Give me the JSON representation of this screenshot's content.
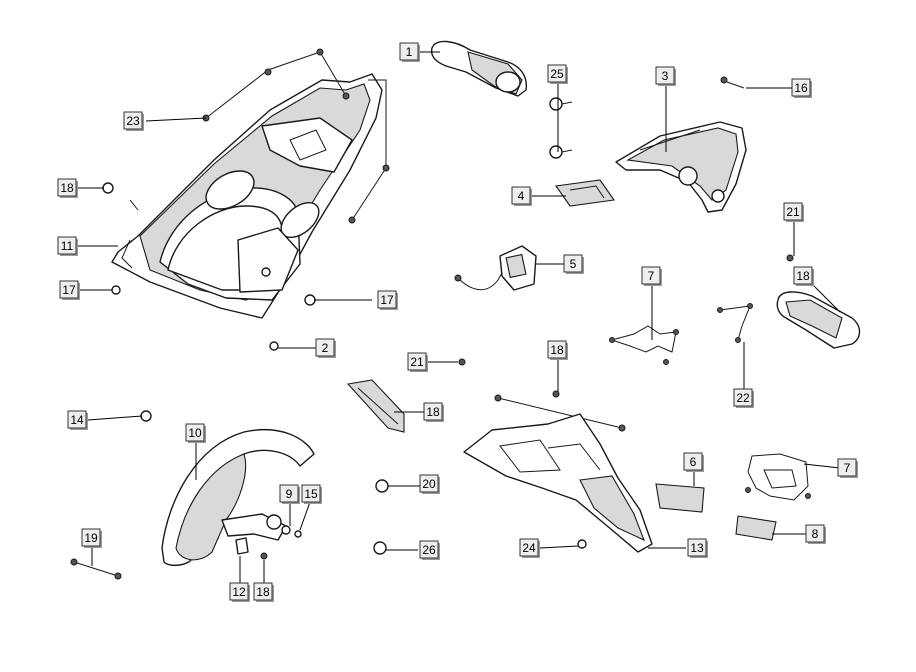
{
  "callouts": [
    "1",
    "25",
    "3",
    "16",
    "23",
    "18",
    "4",
    "11",
    "5",
    "21",
    "17",
    "7",
    "18",
    "2",
    "17",
    "21",
    "22",
    "18",
    "18",
    "14",
    "10",
    "9",
    "15",
    "6",
    "20",
    "7",
    "19",
    "8",
    "26",
    "24",
    "13",
    "12",
    "18"
  ]
}
